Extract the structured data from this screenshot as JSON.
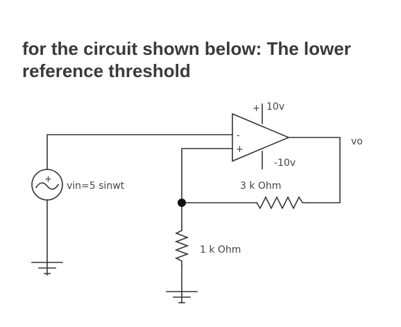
{
  "question": {
    "text": "for the circuit shown below: The lower reference threshold"
  },
  "circuit": {
    "labels": {
      "vcc": "10v",
      "vee": "-10v",
      "output": "vo",
      "source": "vin=5 sinwt",
      "feedback_resistor": "3 k Ohm",
      "ground_resistor": "1 k Ohm"
    },
    "opamp_terminals": {
      "inverting": "-",
      "non_inverting": "+",
      "supply_plus": "+",
      "source_plus": "+"
    },
    "colors": {
      "wire": "#333333",
      "text": "#3a3a3a"
    }
  }
}
